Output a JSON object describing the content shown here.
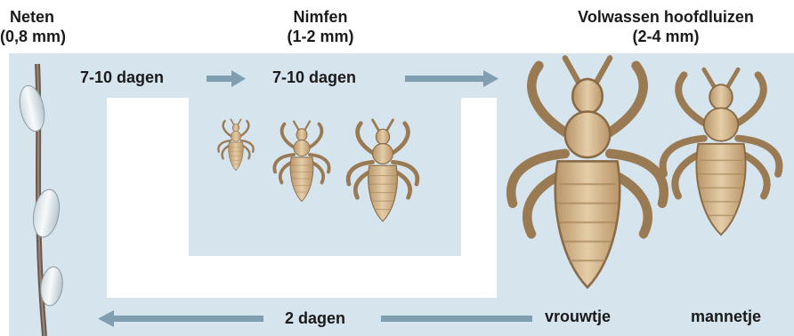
{
  "stages": {
    "nits": {
      "name": "Neten",
      "size": "(0,8 mm)"
    },
    "nymphs": {
      "name": "Nimfen",
      "size": "(1-2 mm)"
    },
    "adults": {
      "name": "Volwassen hoofdluizen",
      "size": "(2-4 mm)"
    }
  },
  "durations": {
    "nit_to_nymph": "7-10 dagen",
    "nymph_to_adult": "7-10 dagen",
    "adult_to_nit": "2 dagen"
  },
  "adult_labels": {
    "female": "vrouwtje",
    "male": "mannetje"
  },
  "colors": {
    "panel": "#d6e4ee",
    "arrow": "#7f9fb1",
    "louse_body": "#d4b893",
    "louse_outline": "#8a6a45",
    "nit": "#e8eef2",
    "hair": "#6b5a4e"
  },
  "icons": [
    "nit-egg-icon",
    "louse-nymph-icon",
    "louse-adult-female-icon",
    "louse-adult-male-icon",
    "arrow-right-icon",
    "arrow-left-icon"
  ]
}
